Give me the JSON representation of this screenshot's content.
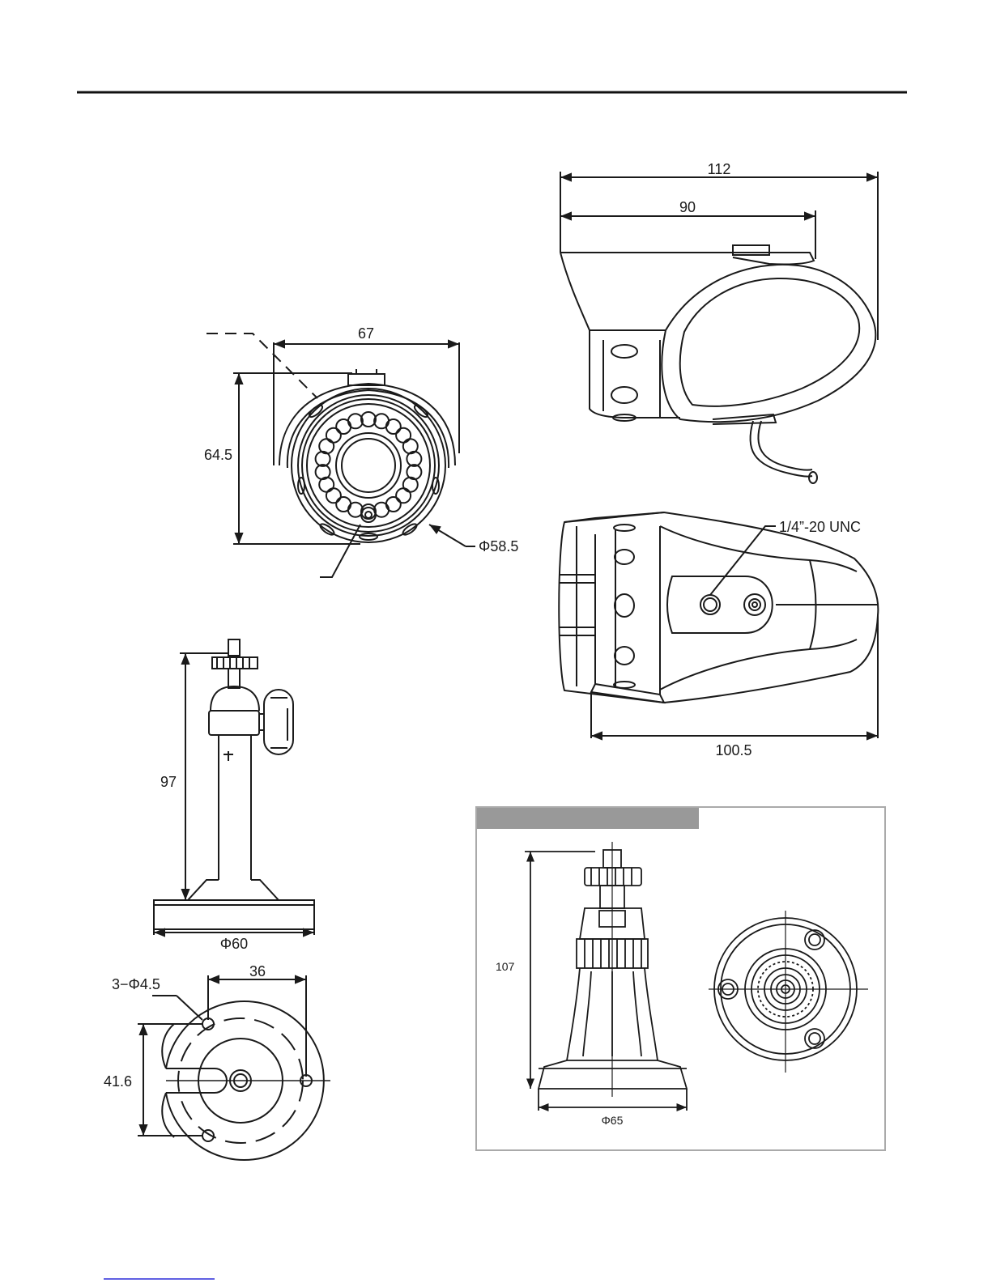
{
  "page": {
    "ink_color": "#1a1a1a",
    "panel_header_color": "#999999",
    "panel_border_color": "#aaaaaa",
    "footer_link_color": "#2b2bd9"
  },
  "camera_front": {
    "width": "67",
    "height": "64.5",
    "diameter": "Φ58.5"
  },
  "camera_side": {
    "length_overall": "112",
    "length_body": "90"
  },
  "camera_bottom": {
    "mount_thread": "1/4”-20 UNC",
    "length": "100.5"
  },
  "bracket": {
    "height": "97",
    "base_diameter": "Φ60"
  },
  "bracket_base": {
    "holes": "3−Φ4.5",
    "hole_spacing_x": "36",
    "hole_spacing_y": "41.6"
  },
  "alt_bracket": {
    "height": "107",
    "base_diameter": "Φ65"
  }
}
